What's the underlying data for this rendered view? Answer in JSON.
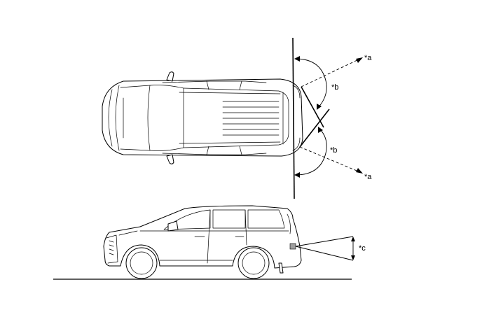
{
  "callouts": {
    "a_upper": "*a",
    "b_upper": "*b",
    "b_lower": "*b",
    "a_lower": "*a",
    "c": "*c"
  },
  "colors": {
    "line": "#000000",
    "background": "#ffffff",
    "sensor": "#9e9e9e"
  }
}
